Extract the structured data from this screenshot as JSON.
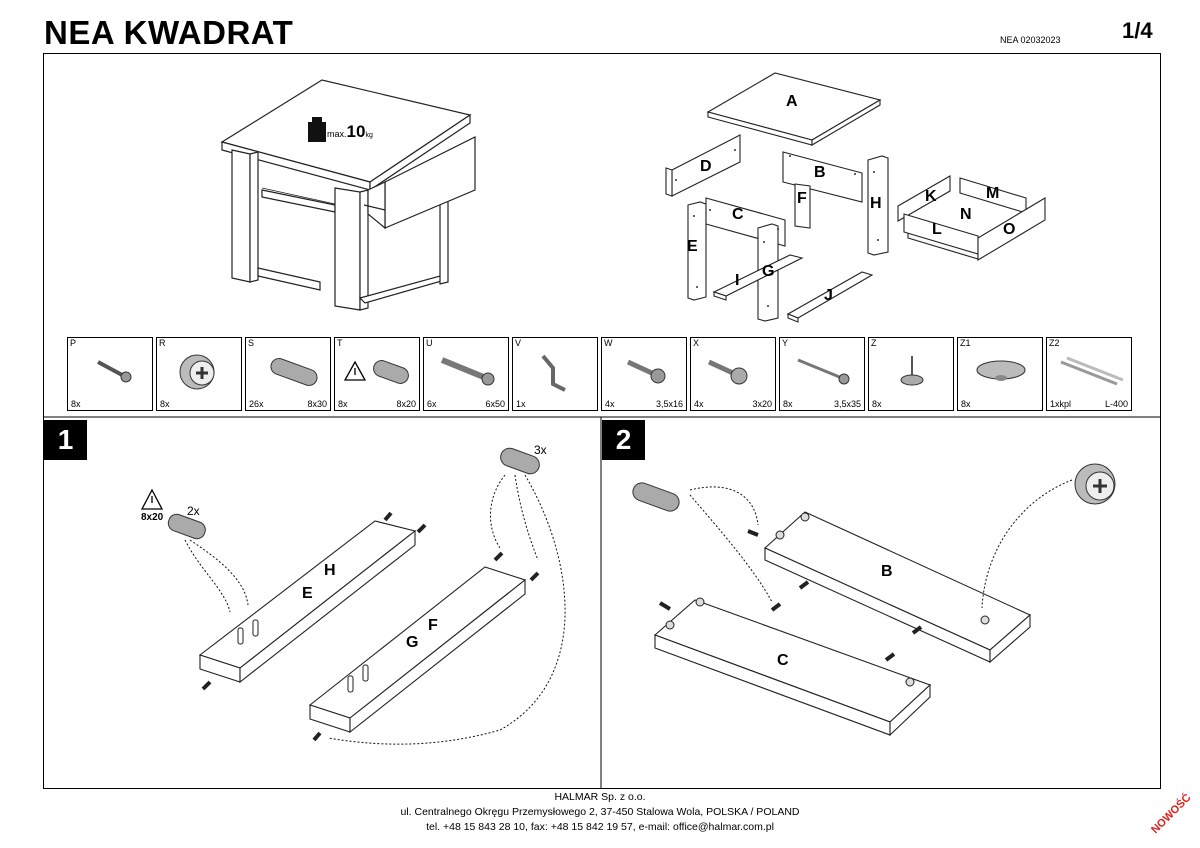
{
  "header": {
    "title": "NEA KWADRAT",
    "code": "NEA  02032023",
    "page": "1/4"
  },
  "overview": {
    "max_load_prefix": "max.",
    "max_load_value": "10",
    "max_load_unit": "kg",
    "panel_letters": [
      "A",
      "B",
      "C",
      "D",
      "E",
      "F",
      "G",
      "H",
      "I",
      "J",
      "K",
      "L",
      "M",
      "N",
      "O"
    ]
  },
  "parts": [
    {
      "code": "P",
      "qty": "8x",
      "size": ""
    },
    {
      "code": "R",
      "qty": "8x",
      "size": ""
    },
    {
      "code": "S",
      "qty": "26x",
      "size": "8x30"
    },
    {
      "code": "T",
      "qty": "8x",
      "size": "8x20"
    },
    {
      "code": "U",
      "qty": "6x",
      "size": "6x50"
    },
    {
      "code": "V",
      "qty": "1x",
      "size": ""
    },
    {
      "code": "W",
      "qty": "4x",
      "size": "3,5x16"
    },
    {
      "code": "X",
      "qty": "4x",
      "size": "3x20"
    },
    {
      "code": "Y",
      "qty": "8x",
      "size": "3,5x35"
    },
    {
      "code": "Z",
      "qty": "8x",
      "size": ""
    },
    {
      "code": "Z1",
      "qty": "8x",
      "size": ""
    },
    {
      "code": "Z2",
      "qty": "1xkpl",
      "size": "L-400"
    }
  ],
  "step1": {
    "number": "1",
    "dowel_count": "2x",
    "dowel_warning_size": "8x20",
    "dowel2_count": "3x",
    "labels": {
      "e": "E",
      "h": "H",
      "g": "G",
      "f": "F"
    }
  },
  "step2": {
    "number": "2",
    "labels": {
      "b": "B",
      "c": "C"
    }
  },
  "footer": {
    "company": "HALMAR Sp. z o.o.",
    "address": "ul. Centralnego Okręgu Przemysłowego 2, 37-450 Stalowa Wola, POLSKA / POLAND",
    "contact": "tel. +48 15 843 28 10, fax: +48 15 842 19 57, e-mail: office@halmar.com.pl"
  },
  "stamp": "NOWOŚĆ"
}
